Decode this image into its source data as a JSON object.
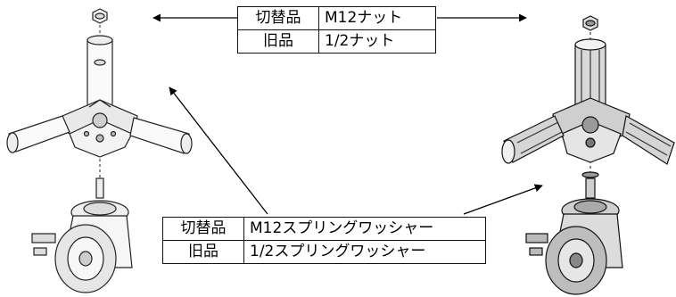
{
  "nut_table": {
    "rows": [
      {
        "key": "切替品",
        "value": "M12ナット"
      },
      {
        "key": "旧品",
        "value": "1/2ナット"
      }
    ]
  },
  "washer_table": {
    "rows": [
      {
        "key": "切替品",
        "value": "M12スプリングワッシャー"
      },
      {
        "key": "旧品",
        "value": "1/2スプリングワッシャー"
      }
    ]
  }
}
